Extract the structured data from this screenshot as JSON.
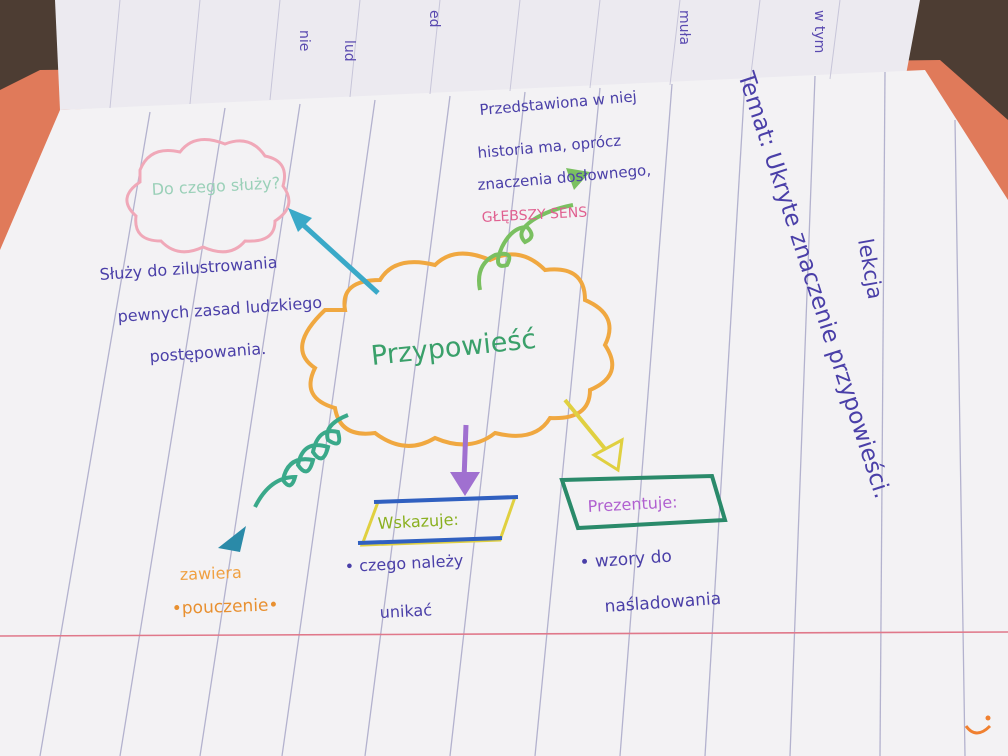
{
  "image": {
    "kind": "photo",
    "subject": "handwritten mind map in a lined notebook"
  },
  "topic": "Temat: Ukryte znaczenie przypowieści.",
  "side_word": "lekcja",
  "center": "Przypowieść",
  "cloud_question": "Do czego służy?",
  "branch_purpose": [
    "Służy do zilustrowania",
    "pewnych zasad ludzkiego",
    "postępowania."
  ],
  "branch_story": [
    "Przedstawiona w niej",
    "historia ma, oprócz",
    "znaczenia dosłownego,",
    "GŁĘBSZY SENS"
  ],
  "box_left": {
    "title": "Wskazuje:",
    "lines": [
      "• czego należy",
      "unikać"
    ]
  },
  "box_right": {
    "title": "Prezentuje:",
    "lines": [
      "• wzory do",
      "naśladowania"
    ]
  },
  "branch_contains": {
    "title": "zawiera",
    "line": "•pouczenie•"
  },
  "colors": {
    "orange": "#f0a040",
    "teal": "#3aa9c8",
    "green": "#7ac060",
    "purple": "#a070d0",
    "pink": "#e080a0",
    "yellow": "#e0d040",
    "blue": "#3060c0",
    "ink": "#4a3fa8"
  }
}
